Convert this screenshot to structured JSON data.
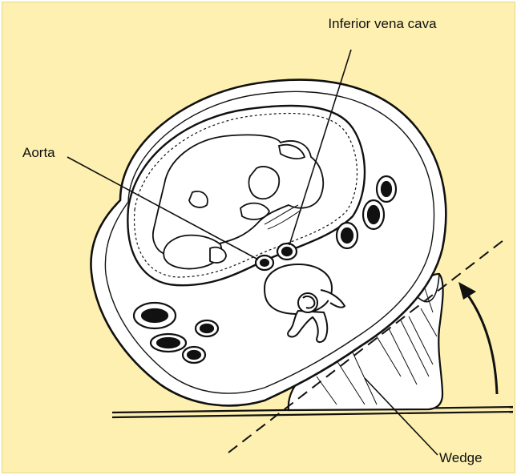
{
  "figure": {
    "labels": {
      "inferior_vena_cava": "Inferior vena cava",
      "aorta": "Aorta",
      "wedge": "Wedge"
    },
    "colors": {
      "background": "#fdf0b0",
      "ink": "#111111",
      "fill": "#ffffff"
    },
    "icons": [
      "rotation-arrow-icon",
      "wedge-shape",
      "fetus-drawing",
      "spine-cross-section"
    ]
  }
}
